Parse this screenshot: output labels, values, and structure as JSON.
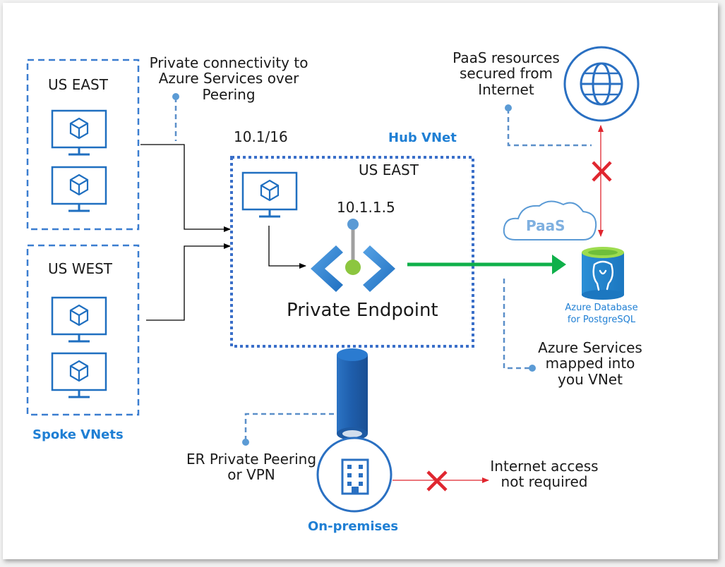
{
  "labels": {
    "private_connectivity": [
      "Private connectivity to",
      "Azure Services over",
      "Peering"
    ],
    "paas_secured": [
      "PaaS resources",
      "secured from",
      "Internet"
    ],
    "hub_cidr": "10.1/16",
    "hub_vnet": "Hub VNet",
    "hub_region": "US EAST",
    "endpoint_ip": "10.1.1.5",
    "private_endpoint": "Private Endpoint",
    "spoke_east": "US EAST",
    "spoke_west": "US WEST",
    "spoke_vnets": "Spoke VNets",
    "paas_cloud": "PaaS",
    "azure_db": [
      "Azure Database",
      "for PostgreSQL"
    ],
    "services_mapped": [
      "Azure Services",
      "mapped into",
      "you VNet"
    ],
    "er_peering": [
      "ER Private Peering",
      "or VPN"
    ],
    "internet_access": [
      "Internet access",
      "not required"
    ],
    "on_premises": "On-premises"
  },
  "icons": [
    "vm-icon",
    "globe-icon",
    "cloud-icon",
    "postgresql-database-icon",
    "private-endpoint-icon",
    "building-icon",
    "blocked-x-icon"
  ],
  "colors": {
    "azure_blue": "#3a7dd0",
    "label_blue": "#1f7fd4",
    "green_arrow": "#0fb04a",
    "blocked_red": "#e0262f",
    "endpoint_dot_blue": "#5a9ad5",
    "endpoint_dot_green": "#8cc63f"
  }
}
